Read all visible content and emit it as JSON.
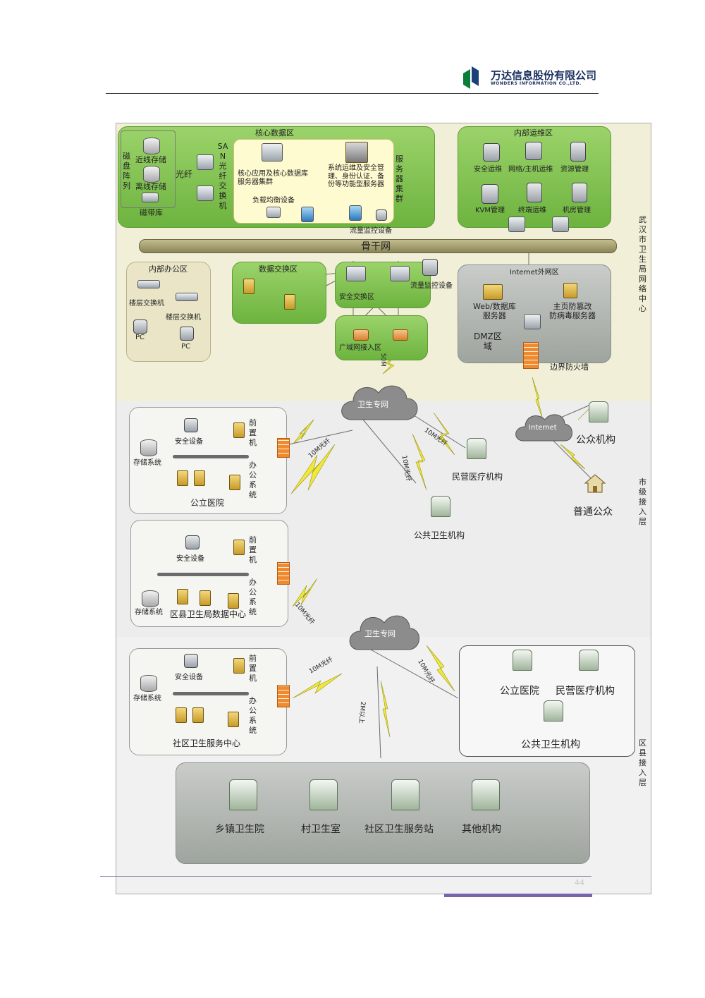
{
  "header": {
    "company_cn": "万达信息股份有限公司",
    "company_en": "WONDERS INFORMATION CO.,LTD."
  },
  "page_number": "44",
  "center": {
    "label": "武汉市卫生局网络中心",
    "core": {
      "title": "核心数据区",
      "disk_array": "磁盘阵列",
      "near_storage": "近线存储",
      "offline_storage": "离线存储",
      "tape_library": "磁带库",
      "fiber": "光纤",
      "san_switch": "SAN光纤交换机",
      "app_servers": "核心应用及核心数据库\n服务器集群",
      "ops_servers": "系统运维及安全管\n理、身份认证、备\n份等功能型服务器",
      "server_cluster": "服务器集群",
      "load_balancer": "负载均衡设备",
      "traffic_monitor": "流量监控设备"
    },
    "ops": {
      "title": "内部运维区",
      "items": [
        "安全运维",
        "网络/主机运维",
        "资源管理",
        "KVM管理",
        "终端运维",
        "机房管理"
      ]
    },
    "backbone": "骨干网",
    "office": {
      "title": "内部办公区",
      "floor_switch_1": "楼层交换机",
      "floor_switch_2": "楼层交换机",
      "pc_1": "PC",
      "pc_2": "PC"
    },
    "exchange": {
      "title": "数据交换区"
    },
    "security": {
      "title": "安全交换区",
      "traffic_monitor": "流量监控设备"
    },
    "wan": {
      "title": "广域网接入区",
      "link": "50M"
    },
    "internet_zone": {
      "title": "Internet外网区",
      "web_db": "Web/数据库\n服务器",
      "anti_tamper": "主页防篡改\n防病毒服务器",
      "dmz": "DMZ区\n域",
      "border_fw": "边界防火墙"
    }
  },
  "city_layer": {
    "label": "市级接入层",
    "cloud": "卫生专网",
    "internet": "Internet",
    "public_org": "公众机构",
    "public": "普通公众",
    "private_med": "民营医疗机构",
    "public_health": "公共卫生机构",
    "link_10m_a": "10M光纤",
    "link_10m_b": "10M光纤",
    "link_10m_c": "10M光纤",
    "hospital": {
      "name": "公立医院",
      "security": "安全设备",
      "frontend": "前置机",
      "storage": "存储系统",
      "office_sys": "办公系统"
    },
    "district_center": {
      "name": "区县卫生局数据中心",
      "security": "安全设备",
      "frontend": "前置机",
      "storage": "存储系统",
      "office_sys": "办公系统"
    }
  },
  "district_layer": {
    "label": "区县接入层",
    "cloud": "卫生专网",
    "link_district": "10M光纤",
    "link_community": "10M光纤",
    "link_right": "10M光纤",
    "link_bottom": "2M以上",
    "community": {
      "name": "社区卫生服务中心",
      "security": "安全设备",
      "frontend": "前置机",
      "storage": "存储系统",
      "office_sys": "办公系统"
    },
    "right_box": [
      "公立医院",
      "民营医疗机构",
      "公共卫生机构"
    ],
    "bottom_box": [
      "乡镇卫生院",
      "村卫生室",
      "社区卫生服务站",
      "其他机构"
    ]
  },
  "colors": {
    "green": "#7fc04e",
    "grey": "#a9aea9",
    "tan": "#efecd4",
    "accent": "#7b62ae"
  }
}
